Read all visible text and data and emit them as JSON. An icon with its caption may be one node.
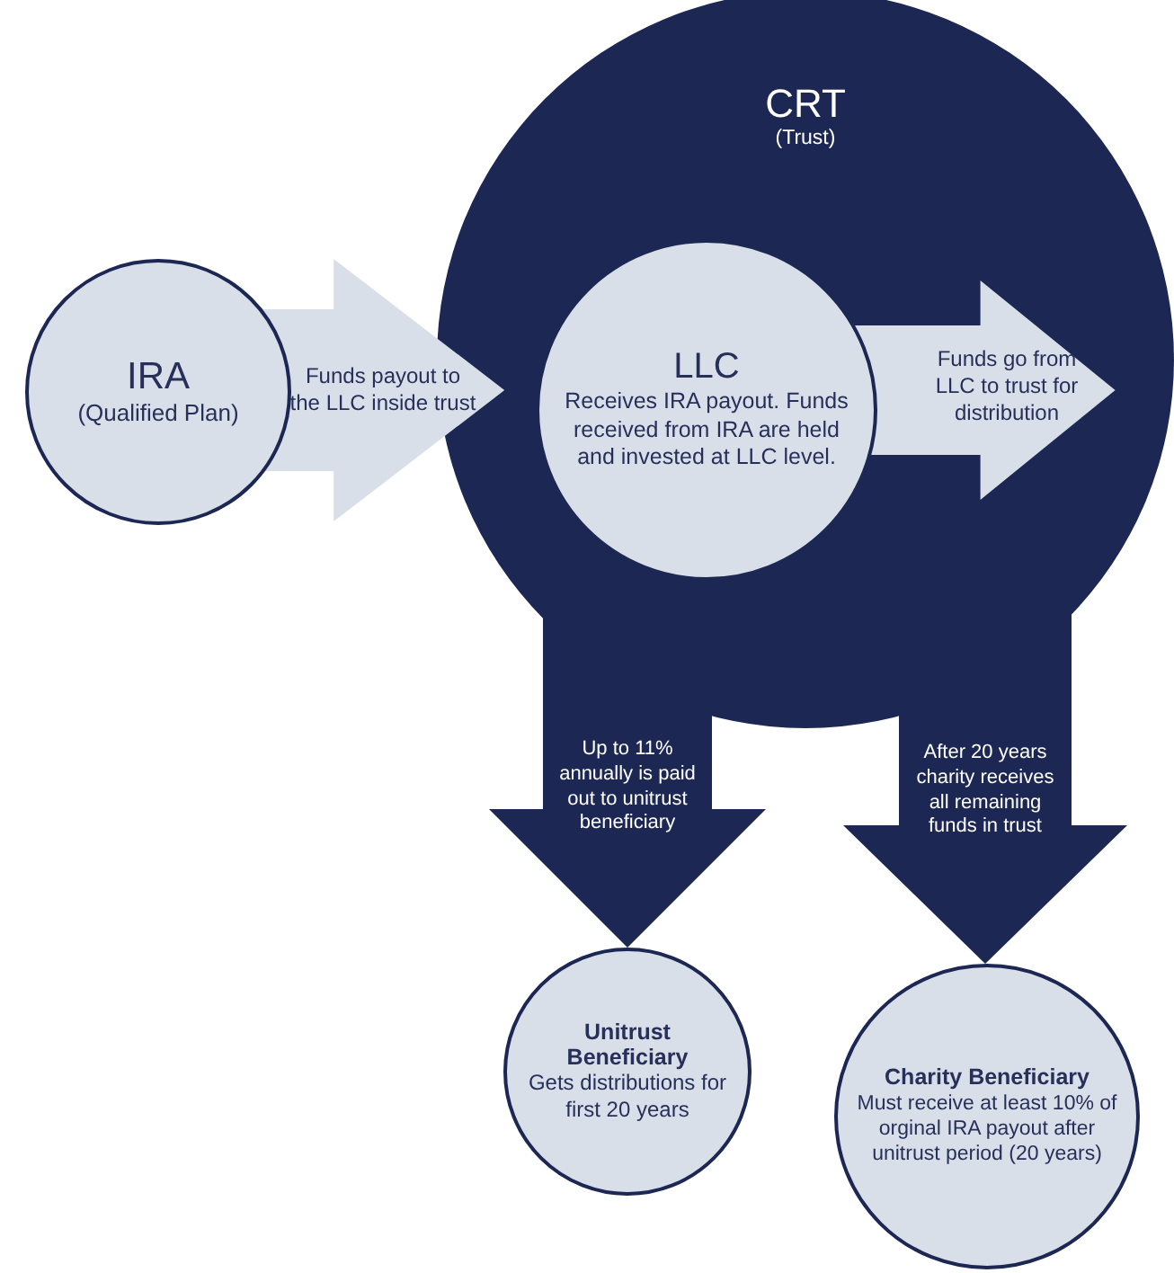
{
  "diagram": {
    "nodes": [
      {
        "text": [
          "CRT",
          "(Trust)"
        ]
      },
      {
        "text": [
          "IRA",
          "(Qualified Plan)"
        ]
      },
      {
        "text": [
          "LLC",
          "Receives IRA payout. Funds received from IRA are held and invested at LLC level."
        ],
        "in": 0
      },
      {
        "text": [
          "Unitrust Beneficiary",
          "Gets distributions for first 20 years"
        ]
      },
      {
        "text": [
          "Charity Beneficiary",
          "Must receive at least 10% of orginal IRA payout after unitrust period (20 years)"
        ]
      }
    ],
    "edges": [
      {
        "from": 1,
        "to": 2,
        "arrow": "to",
        "label": "Funds payout to the LLC inside trust",
        "style": "thick",
        "color": "#d9dfe9"
      },
      {
        "from": 2,
        "to": 0,
        "arrow": "to",
        "label": "Funds go from LLC to trust for distribution",
        "style": "thick",
        "color": "#d9dfe9"
      },
      {
        "from": 0,
        "to": 3,
        "arrow": "to",
        "label": "Up to 11% annually is paid out to unitrust beneficiary",
        "style": "thick",
        "color": "#1c2753"
      },
      {
        "from": 0,
        "to": 4,
        "arrow": "to",
        "label": "After 20 years charity receives all remaining funds in trust",
        "style": "thick",
        "color": "#1c2753"
      }
    ]
  }
}
